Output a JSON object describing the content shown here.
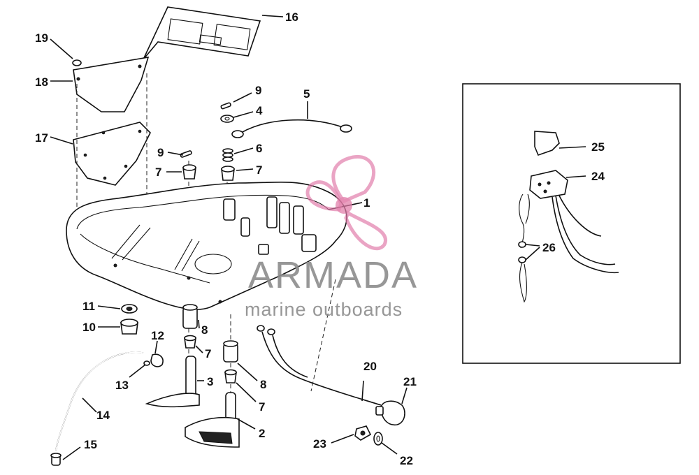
{
  "callouts": {
    "c1": "1",
    "c2": "2",
    "c3": "3",
    "c4": "4",
    "c5": "5",
    "c6": "6",
    "c7a": "7",
    "c7b": "7",
    "c7c": "7",
    "c7d": "7",
    "c8a": "8",
    "c8b": "8",
    "c9a": "9",
    "c9b": "9",
    "c10": "10",
    "c11": "11",
    "c12": "12",
    "c13": "13",
    "c14": "14",
    "c15": "15",
    "c16": "16",
    "c17": "17",
    "c18": "18",
    "c19": "19",
    "c20": "20",
    "c21": "21",
    "c22": "22",
    "c23": "23",
    "c24": "24",
    "c25": "25",
    "c26": "26"
  },
  "watermark": {
    "brand": "ARMADA",
    "tagline": "marine outboards",
    "colors": {
      "brand_text": "#8c8c8c",
      "propeller": "#e07aa8"
    }
  }
}
